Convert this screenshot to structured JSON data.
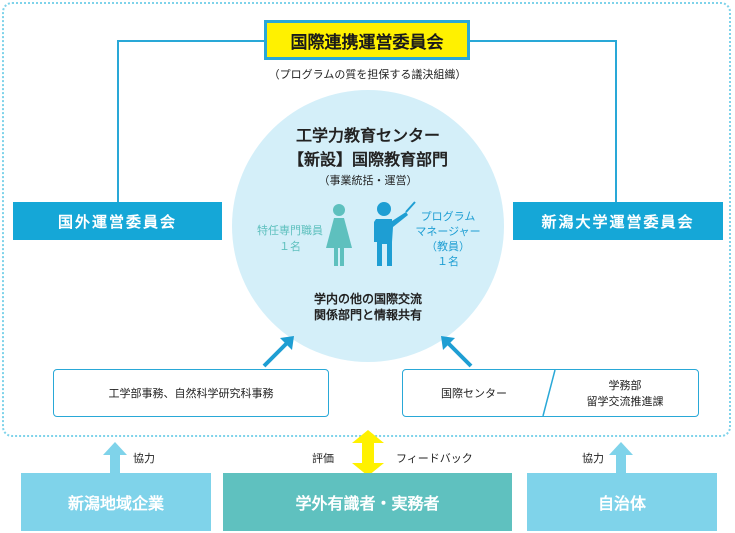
{
  "top": {
    "title": "国際連携運営委員会",
    "note": "（プログラムの質を担保する議決組織）"
  },
  "center": {
    "title1": "工学力教育センター",
    "title2": "【新設】国際教育部門",
    "subtitle": "（事業統括・運営）",
    "left_staff_line1": "特任専門職員",
    "left_staff_line2": "１名",
    "right_staff_line1": "プログラム",
    "right_staff_line2": "マネージャー",
    "right_staff_line3": "（教員）",
    "right_staff_line4": "１名",
    "share_line1": "学内の他の国際交流",
    "share_line2": "関係部門と情報共有"
  },
  "side": {
    "left": "国外運営委員会",
    "right": "新潟大学運営委員会"
  },
  "lower": {
    "left_box": "工学部事務、自然科学研究科事務",
    "right_box_a": "国際センター",
    "right_box_b1": "学務部",
    "right_box_b2": "留学交流推進課"
  },
  "labels": {
    "left_coop": "協力",
    "eval": "評価",
    "feedback": "フィードバック",
    "right_coop": "協力"
  },
  "bottom": {
    "left": "新潟地域企業",
    "center": "学外有識者・実務者",
    "right": "自治体"
  },
  "colors": {
    "accent_blue": "#15a7d7",
    "yellow": "#fff100",
    "light_circle": "#d4eff9",
    "bottom_light": "#7fd3ea",
    "bottom_teal": "#5fc1bf",
    "figure_blue": "#1e9ed3",
    "figure_teal": "#5ec0be"
  }
}
